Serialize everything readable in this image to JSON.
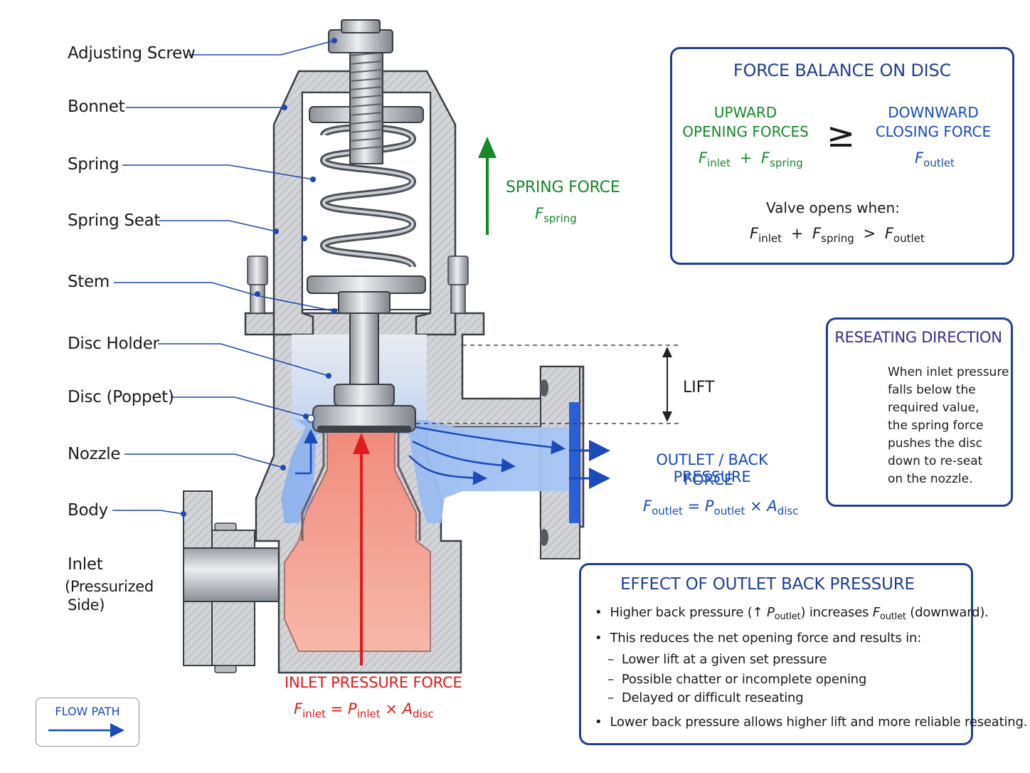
{
  "labels": {
    "adjusting_screw": "Adjusting Screw",
    "bonnet": "Bonnet",
    "spring": "Spring",
    "spring_seat": "Spring Seat",
    "stem": "Stem",
    "disc_holder": "Disc Holder",
    "disc": "Disc (Poppet)",
    "nozzle": "Nozzle",
    "body": "Body",
    "inlet": "Inlet",
    "inlet_sub1": "(Pressurized",
    "inlet_sub2": "Side)"
  },
  "spring_force": {
    "title": "SPRING FORCE",
    "symbol": "F",
    "sub": "spring"
  },
  "lift": "LIFT",
  "outlet_force": {
    "title1": "OUTLET / BACK PRESSURE",
    "title2": "FORCE",
    "f": "F",
    "f_sub": "outlet",
    "eq": "=",
    "p": "P",
    "p_sub": "outlet",
    "times": "×",
    "a": "A",
    "a_sub": "disc"
  },
  "inlet_force": {
    "title": "INLET PRESSURE FORCE",
    "f": "F",
    "f_sub": "inlet",
    "eq": "=",
    "p": "P",
    "p_sub": "inlet",
    "times": "×",
    "a": "A",
    "a_sub": "disc"
  },
  "force_balance": {
    "title": "FORCE BALANCE ON DISC",
    "up1": "UPWARD",
    "up2": "OPENING FORCES",
    "down1": "DOWNWARD",
    "down2": "CLOSING FORCE",
    "geq": "≥",
    "f": "F",
    "inlet_sub": "inlet",
    "spring_sub": "spring",
    "outlet_sub": "outlet",
    "plus": "+",
    "gt": ">",
    "opens": "Valve opens when:"
  },
  "reseating": {
    "title": "RESEATING DIRECTION",
    "lines": [
      "When inlet pressure",
      "falls below the",
      "required value,",
      "the spring force",
      "pushes the disc",
      "down to re-seat",
      "on the nozzle."
    ]
  },
  "back_pressure": {
    "title": "EFFECT OF OUTLET BACK PRESSURE",
    "b1_a": "Higher back pressure (↑ ",
    "b1_p": "P",
    "b1_psub": "outlet",
    "b1_b": ") increases ",
    "b1_f": "F",
    "b1_fsub": "outlet",
    "b1_c": " (downward).",
    "b2": "This reduces the net opening force and results in:",
    "s1": "Lower lift at a given set pressure",
    "s2": "Possible chatter or incomplete opening",
    "s3": "Delayed or difficult reseating",
    "b3": "Lower back pressure allows higher lift and more reliable reseating.",
    "bullet": "•",
    "dash": "–"
  },
  "legend": {
    "label": "FLOW PATH"
  },
  "colors": {
    "navy": "#1f3f8f",
    "green": "#16882a",
    "blue": "#1a4bb8",
    "red": "#e01b1b",
    "purple": "#4b2a9a",
    "metal": "#c9ccd1",
    "inlet_fluid": "#f2a89a",
    "outlet_fluid": "#8fb4ef"
  }
}
